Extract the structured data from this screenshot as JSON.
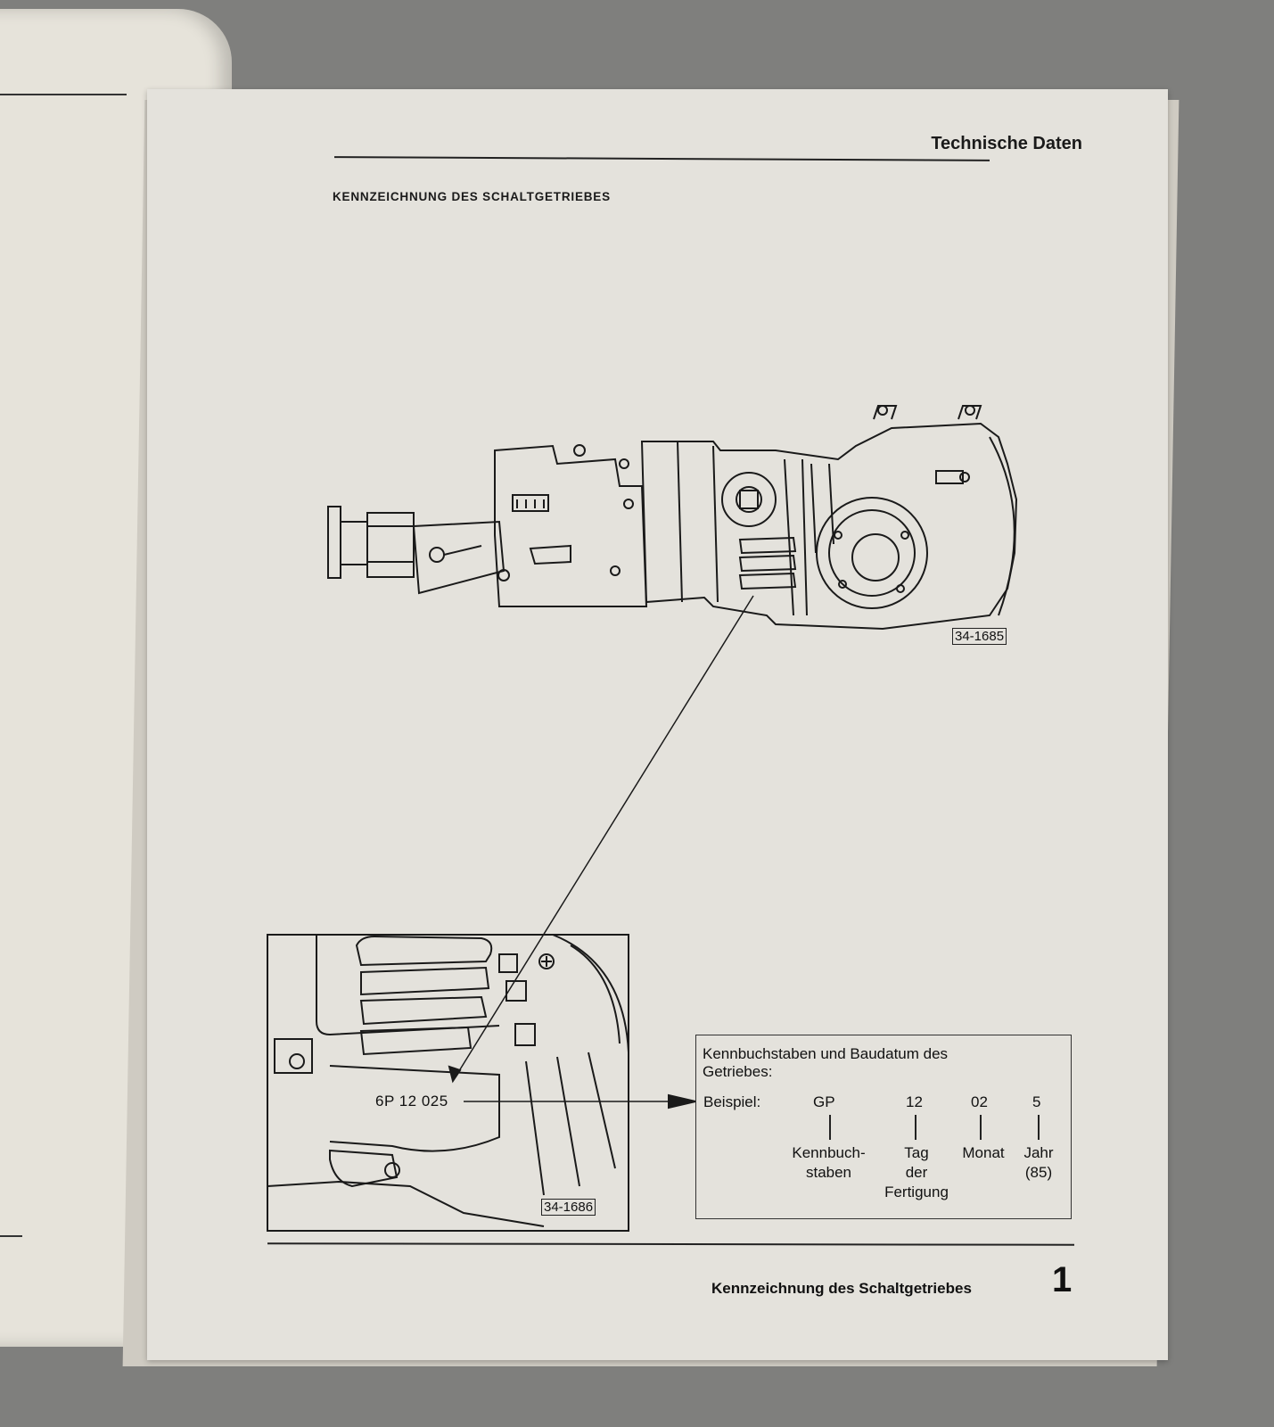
{
  "header": {
    "title": "Technische Daten",
    "subtitle": "KENNZEICHNUNG DES SCHALTGETRIEBES"
  },
  "figure1": {
    "ref": "34-1685"
  },
  "figure2": {
    "ref": "34-1686",
    "serial": "6P  12 025"
  },
  "infobox": {
    "heading_line1": "Kennbuchstaben und Baudatum des",
    "heading_line2": "Getriebes:",
    "example_label": "Beispiel:",
    "codes": [
      "GP",
      "12",
      "02",
      "5"
    ],
    "descriptions": [
      {
        "line1": "Kennbuch-",
        "line2": "staben",
        "line3": ""
      },
      {
        "line1": "Tag",
        "line2": "der",
        "line3": "Fertigung"
      },
      {
        "line1": "Monat",
        "line2": "",
        "line3": ""
      },
      {
        "line1": "Jahr",
        "line2": "(85)",
        "line3": ""
      }
    ]
  },
  "footer": {
    "title": "Kennzeichnung des Schaltgetriebes",
    "page_number": "1"
  }
}
